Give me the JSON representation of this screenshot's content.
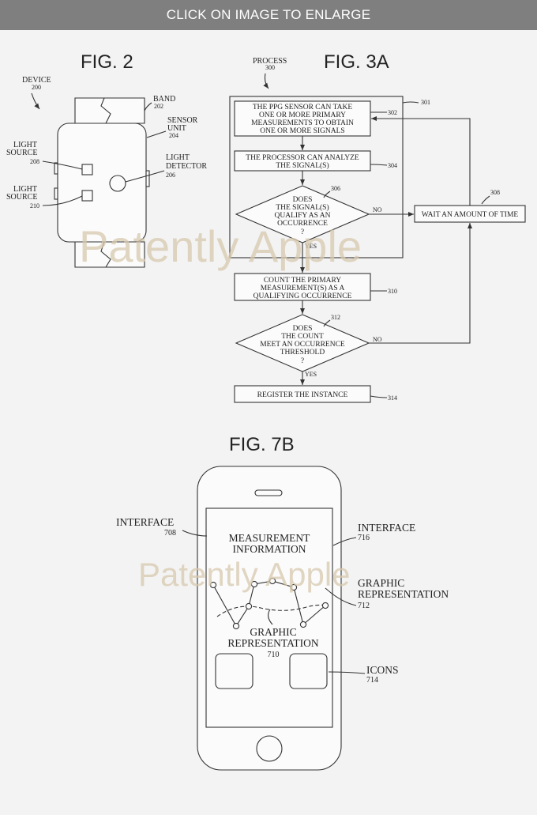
{
  "banner": {
    "text": "CLICK ON IMAGE TO ENLARGE"
  },
  "watermark": "Patently Apple",
  "fig2": {
    "title": "FIG. 2",
    "device_label": "DEVICE",
    "device_num": "200",
    "band_label": "BAND",
    "band_num": "202",
    "sensor_label_1": "SENSOR",
    "sensor_label_2": "UNIT",
    "sensor_num": "204",
    "detector_label_1": "LIGHT",
    "detector_label_2": "DETECTOR",
    "detector_num": "206",
    "source1_label_1": "LIGHT",
    "source1_label_2": "SOURCE",
    "source1_num": "208",
    "source2_label_1": "LIGHT",
    "source2_label_2": "SOURCE",
    "source2_num": "210"
  },
  "fig3a": {
    "title": "FIG. 3A",
    "process_label": "PROCESS",
    "process_num": "300",
    "group_num": "301",
    "step302": [
      "THE PPG SENSOR CAN TAKE",
      "ONE OR MORE PRIMARY",
      "MEASUREMENTS TO OBTAIN",
      "ONE OR MORE SIGNALS"
    ],
    "step302_num": "302",
    "step304": [
      "THE PROCESSOR CAN ANALYZE",
      "THE SIGNAL(S)"
    ],
    "step304_num": "304",
    "step306": [
      "DOES",
      "THE SIGNAL(S)",
      "QUALIFY AS AN",
      "OCCURRENCE",
      "?"
    ],
    "step306_num": "306",
    "step308": "WAIT AN AMOUNT OF TIME",
    "step308_num": "308",
    "step310": [
      "COUNT THE PRIMARY",
      "MEASUREMENT(S) AS A",
      "QUALIFYING OCCURRENCE"
    ],
    "step310_num": "310",
    "step312": [
      "DOES",
      "THE COUNT",
      "MEET AN OCCURRENCE",
      "THRESHOLD",
      "?"
    ],
    "step312_num": "312",
    "step314": "REGISTER THE INSTANCE",
    "step314_num": "314",
    "yes": "YES",
    "no": "NO"
  },
  "fig7b": {
    "title": "FIG. 7B",
    "interface_left": "INTERFACE",
    "interface_left_num": "708",
    "interface_right": "INTERFACE",
    "interface_right_num": "716",
    "measurement_1": "MEASUREMENT",
    "measurement_2": "INFORMATION",
    "graphic_right_1": "GRAPHIC",
    "graphic_right_2": "REPRESENTATION",
    "graphic_right_num": "712",
    "graphic_center_1": "GRAPHIC",
    "graphic_center_2": "REPRESENTATION",
    "graphic_center_num": "710",
    "icons_label": "ICONS",
    "icons_num": "714"
  }
}
